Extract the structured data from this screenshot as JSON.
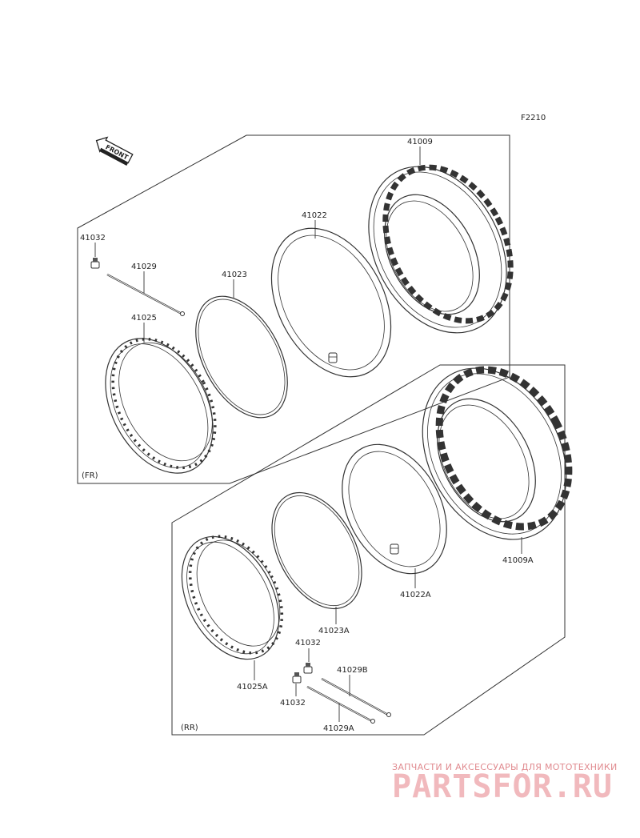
{
  "diagram_code": "F2210",
  "front_arrow_label": "FRONT",
  "front_group": {
    "tag": "(FR)",
    "labels": {
      "tire": "41009",
      "tube": "41022",
      "rim_band": "41023",
      "rim": "41025",
      "spoke_nipple": "41032",
      "spoke": "41029"
    }
  },
  "rear_group": {
    "tag": "(RR)",
    "labels": {
      "tire": "41009A",
      "tube": "41022A",
      "rim_band": "41023A",
      "rim": "41025A",
      "spoke_nipple_upper": "41032",
      "spoke_nipple_lower": "41032",
      "spoke_b": "41029B",
      "spoke_a": "41029A"
    }
  },
  "watermark": {
    "tagline": "ЗАПЧАСТИ И АКСЕССУАРЫ ДЛЯ МОТОТЕХНИКИ",
    "brand": "PARTSFOR.RU",
    "color": "#f1b9bd"
  }
}
